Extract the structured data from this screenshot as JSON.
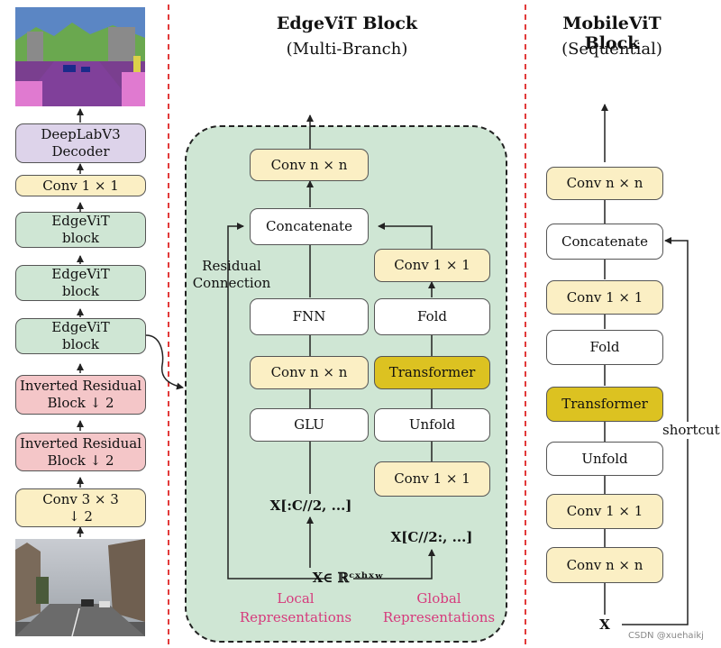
{
  "edgevit": {
    "title": "EdgeViT Block",
    "subtitle": "(Multi-Branch)",
    "conv_top": "Conv n × n",
    "concatenate": "Concatenate",
    "residual_label": "Residual\nConnection",
    "local_branch": {
      "fnn": "FNN",
      "conv": "Conv n × n",
      "glu": "GLU",
      "input": "X[:C//2, ...]"
    },
    "global_branch": {
      "conv_top": "Conv 1 × 1",
      "fold": "Fold",
      "transformer": "Transformer",
      "unfold": "Unfold",
      "conv_bottom": "Conv 1 × 1",
      "input": "X[C//2:, ...]"
    },
    "input": "X∈ ℝᶜˣʰˣʷ",
    "local_label": "Local\nRepresentations",
    "global_label": "Global\nRepresentations"
  },
  "mobilevit": {
    "title": "MobileViT Block",
    "subtitle": "(Sequential)",
    "blocks": [
      "Conv n × n",
      "Concatenate",
      "Conv 1 × 1",
      "Fold",
      "Transformer",
      "Unfold",
      "Conv 1 × 1",
      "Conv n × n"
    ],
    "shortcut": "shortcut",
    "input": "X"
  },
  "pipeline": {
    "blocks": [
      "DeepLabV3\nDecoder",
      "Conv 1 × 1",
      "EdgeViT\nblock",
      "EdgeViT\nblock",
      "EdgeViT\nblock",
      "Inverted Residual\nBlock ↓ 2",
      "Inverted Residual\nBlock ↓ 2",
      "Conv 3 × 3\n↓ 2"
    ]
  },
  "watermark": "CSDN @xuehaikj",
  "colors": {
    "dashed_divider": "#e23a3a",
    "pink_label": "#d63a7c",
    "green_panel": "#cfe6d4",
    "yellow_box": "#fbefc4",
    "transformer_box": "#dcc221"
  }
}
